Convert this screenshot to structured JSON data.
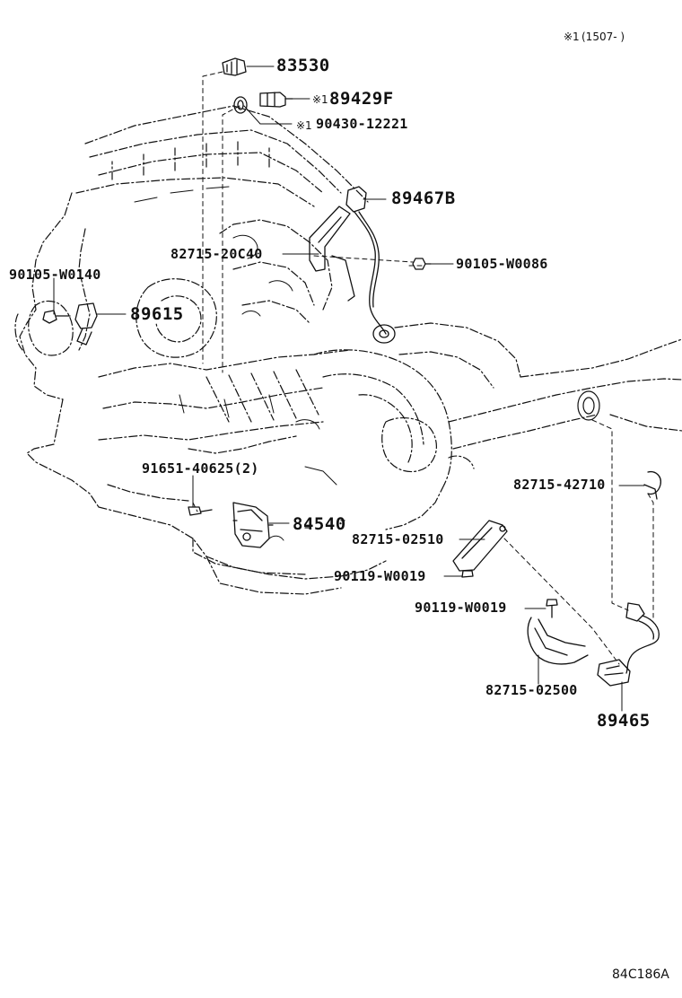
{
  "note": {
    "mark": "※1",
    "range": "(1507-        )"
  },
  "figure_code": "84C186A",
  "parts": {
    "p83530": "83530",
    "p89429f": "89429F",
    "p89429f_mark": "※1",
    "p90430": "90430-12221",
    "p90430_mark": "※1",
    "p89467b": "89467B",
    "p82715_20c40": "82715-20C40",
    "p90105_w0086": "90105-W0086",
    "p90105_w0140": "90105-W0140",
    "p89615": "89615",
    "p91651": "91651-40625(2)",
    "p82715_42710": "82715-42710",
    "p84540": "84540",
    "p82715_02510": "82715-02510",
    "p90119_w0019_a": "90119-W0019",
    "p90119_w0019_b": "90119-W0019",
    "p82715_02500": "82715-02500",
    "p89465": "89465"
  },
  "colors": {
    "ink": "#111111",
    "background": "#ffffff"
  }
}
